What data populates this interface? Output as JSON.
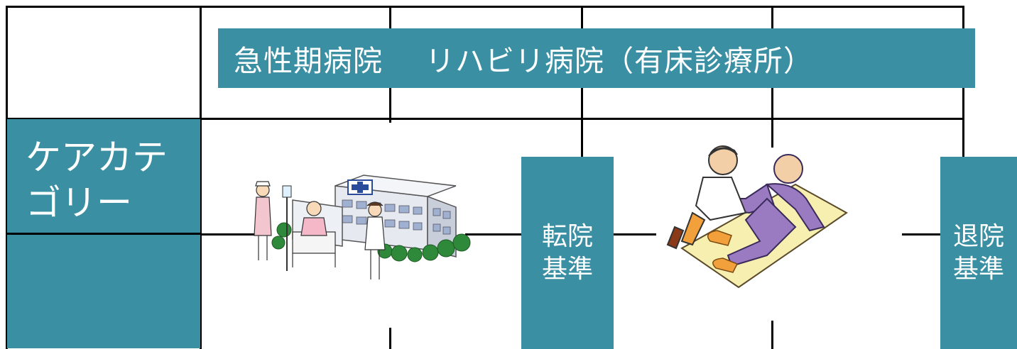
{
  "header": {
    "acute_label": "急性期病院",
    "rehab_label": "リハビリ病院（有床診療所）"
  },
  "category": {
    "line1": "ケアカテ",
    "line2": "ゴリー"
  },
  "transfer_criteria": {
    "line1": "転院",
    "line2": "基準"
  },
  "discharge_criteria": {
    "line1": "退院",
    "line2": "基準"
  },
  "colors": {
    "teal": "#3b8fa3",
    "grid_line": "#000000",
    "purple_pajama": "#9a7bc2",
    "orange_slippers": "#f2a03b",
    "mat": "#f6efb0"
  },
  "illustrations": [
    "hospital-illustration",
    "rehab-therapist-illustration"
  ]
}
